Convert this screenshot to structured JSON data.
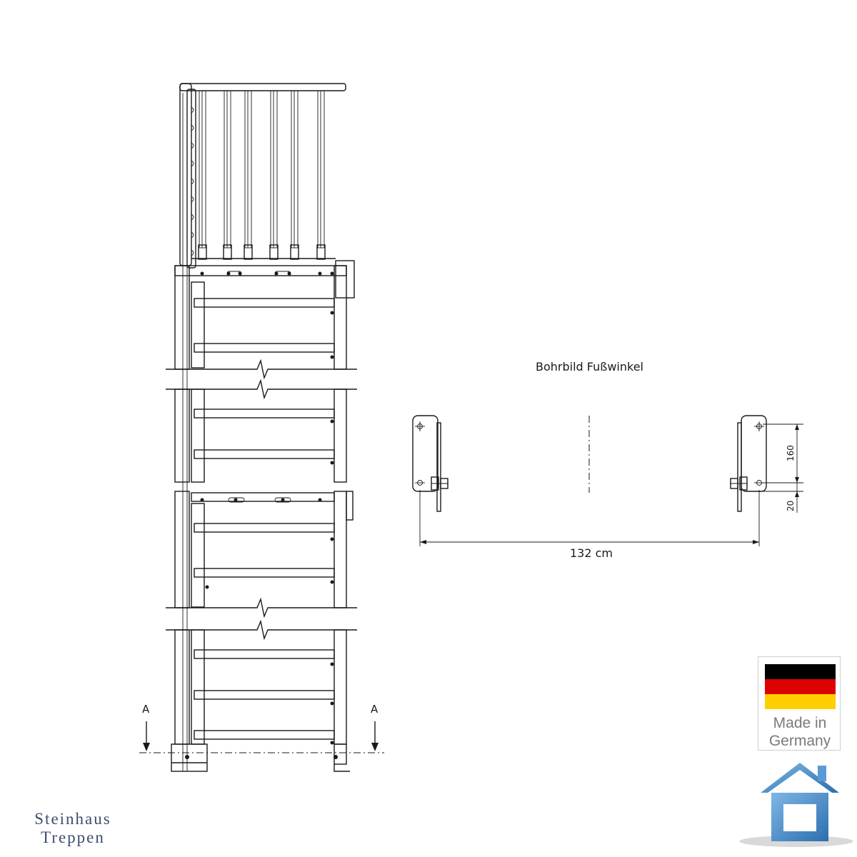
{
  "drawing": {
    "section_marker_left": "A",
    "section_marker_right": "A",
    "detail_title": "Bohrbild Fußwinkel",
    "dim_width": "132 cm",
    "dim_hole_spacing": "160",
    "dim_edge_offset": "20"
  },
  "badge": {
    "made_in_line1": "Made in",
    "made_in_line2": "Germany",
    "flag_colors": [
      "#000000",
      "#dd0000",
      "#ffce00"
    ]
  },
  "brand": {
    "line1": "Steinhaus",
    "line2": "Treppen",
    "logo_icon": "house-icon",
    "accent_color": "#3a7fc1"
  }
}
